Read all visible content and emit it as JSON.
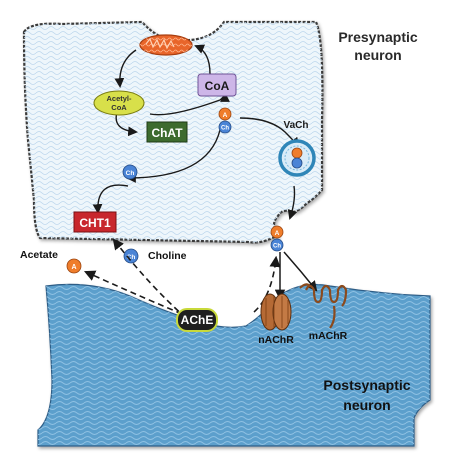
{
  "labels": {
    "presynaptic": [
      "Presynaptic",
      "neuron"
    ],
    "postsynaptic": [
      "Postsynaptic",
      "neuron"
    ],
    "acetyl_coa": [
      "Acetyl-",
      "CoA"
    ],
    "coa": "CoA",
    "chat": "ChAT",
    "cht1": "CHT1",
    "vach": "VaCh",
    "acetate": "Acetate",
    "choline": "Choline",
    "ache": "AChE",
    "nachr": "nAChR",
    "machr": "mAChR",
    "a_marker": "A",
    "ch_marker": "Ch"
  },
  "colors": {
    "cell_fill": "#eef6fb",
    "cell_texture": "#b9d4ea",
    "cell_border": "#3a3a3a",
    "post_fill": "#5c9fcc",
    "post_texture": "#8fc1e3",
    "mito": "#e8652a",
    "acetyl_coa": "#d8e04a",
    "coa": "#cdb6e8",
    "chat": "#3d6b2e",
    "cht1": "#c8272d",
    "ache": "#1f1f1f",
    "ache_outline": "#c8d93a",
    "a_marker": "#ef7d2b",
    "ch_marker": "#4a84d6",
    "receptor": "#b56a35",
    "vesicle": "#2f86b8"
  },
  "icons": [
    "mitochondrion-icon",
    "nicotinic-receptor-icon",
    "muscarinic-receptor-icon"
  ]
}
